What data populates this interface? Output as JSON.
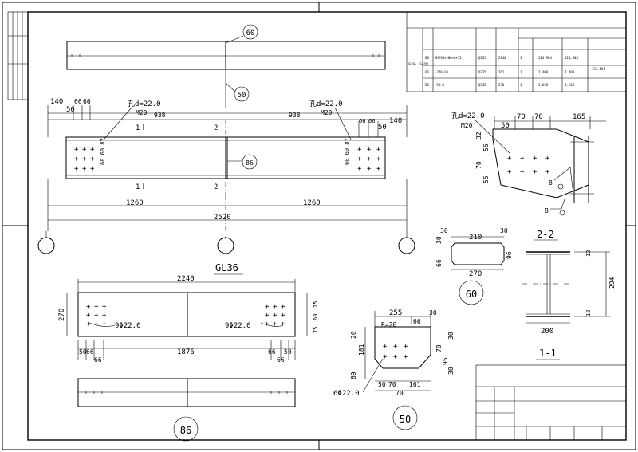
{
  "table": {
    "col_label": "GL36\n(S4梁)",
    "rows": [
      {
        "no": "86",
        "spec": "HM294×200×8×12",
        "material": "Q235",
        "length": "2240",
        "qty": "1",
        "unit_wt": "124.904",
        "total_wt": "124.904"
      },
      {
        "no": "60",
        "spec": "-270×10",
        "material": "Q235",
        "length": "261",
        "qty": "1",
        "unit_wt": "7.409",
        "total_wt": "7.409"
      },
      {
        "no": "50",
        "spec": "-96×8",
        "material": "Q235",
        "length": "270",
        "qty": "1",
        "unit_wt": "1.628",
        "total_wt": "1.628"
      }
    ],
    "sum": "134.501"
  },
  "labels": {
    "part_60": "60",
    "part_50": "50",
    "part_86": "86",
    "hole_d": "孔d=22.0",
    "hole_d_r": "孔d=22.0",
    "hole_d_side": "孔d=22.0",
    "m20": "M20",
    "m20_r": "M20",
    "m20_side": "M20",
    "sec1": "1",
    "sec2": "2",
    "gl36": "GL36",
    "sec_22": "2-2",
    "sec_11": "1-1",
    "bolt_9a": "9Φ22.0",
    "bolt_9b": "9Φ22.0",
    "bolt_6": "6Φ22.0",
    "r20": "R=20",
    "weld8a": "8",
    "weld8b": "8"
  },
  "dims": {
    "d140": "140",
    "d50": "50",
    "d66a": "66",
    "d66b": "66",
    "d938a": "938",
    "d938b": "938",
    "d66c": "66",
    "d66d": "66",
    "d50r": "50",
    "d140r": "140",
    "d1260a": "1260",
    "d1260b": "1260",
    "d2520": "2520",
    "v_607": "60 60 87",
    "v_607r": "60 60 87",
    "side_50": "50",
    "side_70a": "70",
    "side_70b": "70",
    "side_165": "165",
    "side_32": "32",
    "side_56": "56",
    "side_70c": "70",
    "side_55": "55",
    "p60_30a": "30",
    "p60_210": "210",
    "p60_30b": "30",
    "p60_270": "270",
    "p60_66": "66",
    "p60_96": "96",
    "s22_294": "294",
    "s22_200": "200",
    "s22_12a": "12",
    "s22_12b": "12",
    "gl_2240": "2240",
    "gl_270": "270",
    "gl_75a": "75",
    "gl_60": "60",
    "gl_75b": "75",
    "gl_50a": "50",
    "gl_66a": "66",
    "gl_66b": "66",
    "gl_1876": "1876",
    "gl_66c": "66",
    "gl_66d": "66",
    "gl_50b": "50",
    "p50_255": "255",
    "p50_30": "30",
    "p50_66": "66",
    "p50_20": "20",
    "p50_181": "181",
    "p50_69": "69",
    "p50_30b": "30",
    "p50_70": "70",
    "p50_95": "95",
    "p50_30c": "30",
    "p50_50": "50",
    "p50_70b": "70",
    "p50_161": "161",
    "p50_70c": "70"
  }
}
